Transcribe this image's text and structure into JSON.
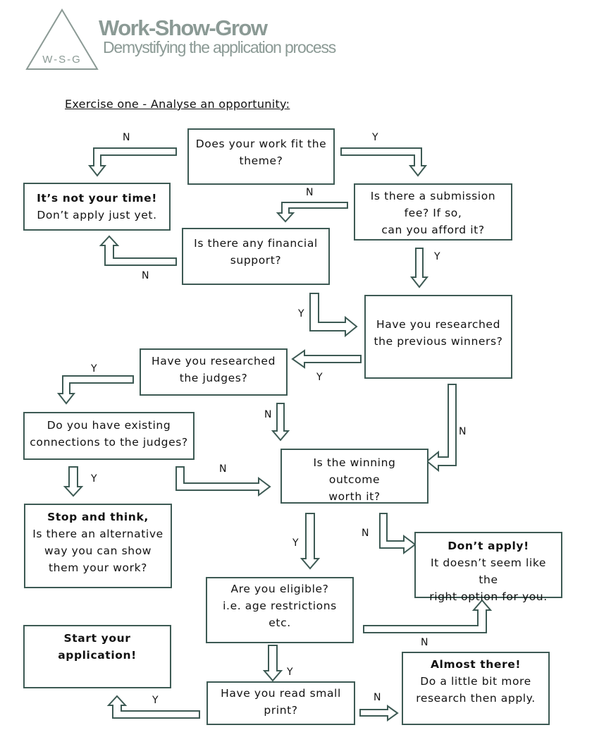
{
  "logo": {
    "text": "W-S-G",
    "color": "#8b9a95"
  },
  "brand": {
    "title": "Work-Show-Grow",
    "subtitle": "Demystifying the application process"
  },
  "exercise_title": "Exercise one - Analyse an opportunity:",
  "colors": {
    "stroke": "#3d5a54",
    "brand": "#8b9a95"
  },
  "nodes": {
    "theme": {
      "lines": [
        "Does your work fit the",
        "theme?"
      ]
    },
    "not_time": {
      "heading": "It’s not your time!",
      "lines": [
        "Don’t apply just yet."
      ]
    },
    "fee": {
      "lines": [
        "Is there a submission",
        "fee? If so,",
        "can you afford it?"
      ]
    },
    "financial": {
      "lines": [
        "Is there any financial",
        "support?"
      ]
    },
    "winners": {
      "lines": [
        "Have you researched",
        "the previous winners?"
      ]
    },
    "judges": {
      "lines": [
        "Have you researched",
        "the judges?"
      ]
    },
    "connections": {
      "lines": [
        "Do you have existing",
        "connections to the judges?"
      ]
    },
    "outcome": {
      "lines": [
        "Is the winning outcome",
        "worth it?"
      ]
    },
    "stop": {
      "heading": "Stop and think,",
      "lines": [
        "Is there an alternative",
        "way you can show",
        "them your work?"
      ]
    },
    "dont_apply": {
      "heading": "Don’t apply!",
      "lines": [
        "It doesn’t seem like the",
        "right option for you."
      ]
    },
    "eligible": {
      "lines": [
        "Are you eligible?",
        "i.e. age restrictions etc."
      ]
    },
    "start": {
      "heading_lines": [
        "Start your",
        "application!"
      ]
    },
    "almost": {
      "heading": "Almost there!",
      "lines": [
        "Do a little bit more",
        "research then apply."
      ]
    },
    "small_print": {
      "lines": [
        "Have you read small",
        "print?"
      ]
    }
  },
  "labels": {
    "theme_n": "N",
    "theme_y": "Y",
    "fee_n": "N",
    "fee_y": "Y",
    "financial_n": "N",
    "financial_y": "Y",
    "winners_y": "Y",
    "winners_n": "N",
    "judges_y": "Y",
    "judges_n": "N",
    "connections_y": "Y",
    "connections_n": "N",
    "outcome_y": "Y",
    "outcome_n": "N",
    "eligible_y": "Y",
    "eligible_n": "N",
    "small_print_y": "Y",
    "small_print_n": "N"
  }
}
